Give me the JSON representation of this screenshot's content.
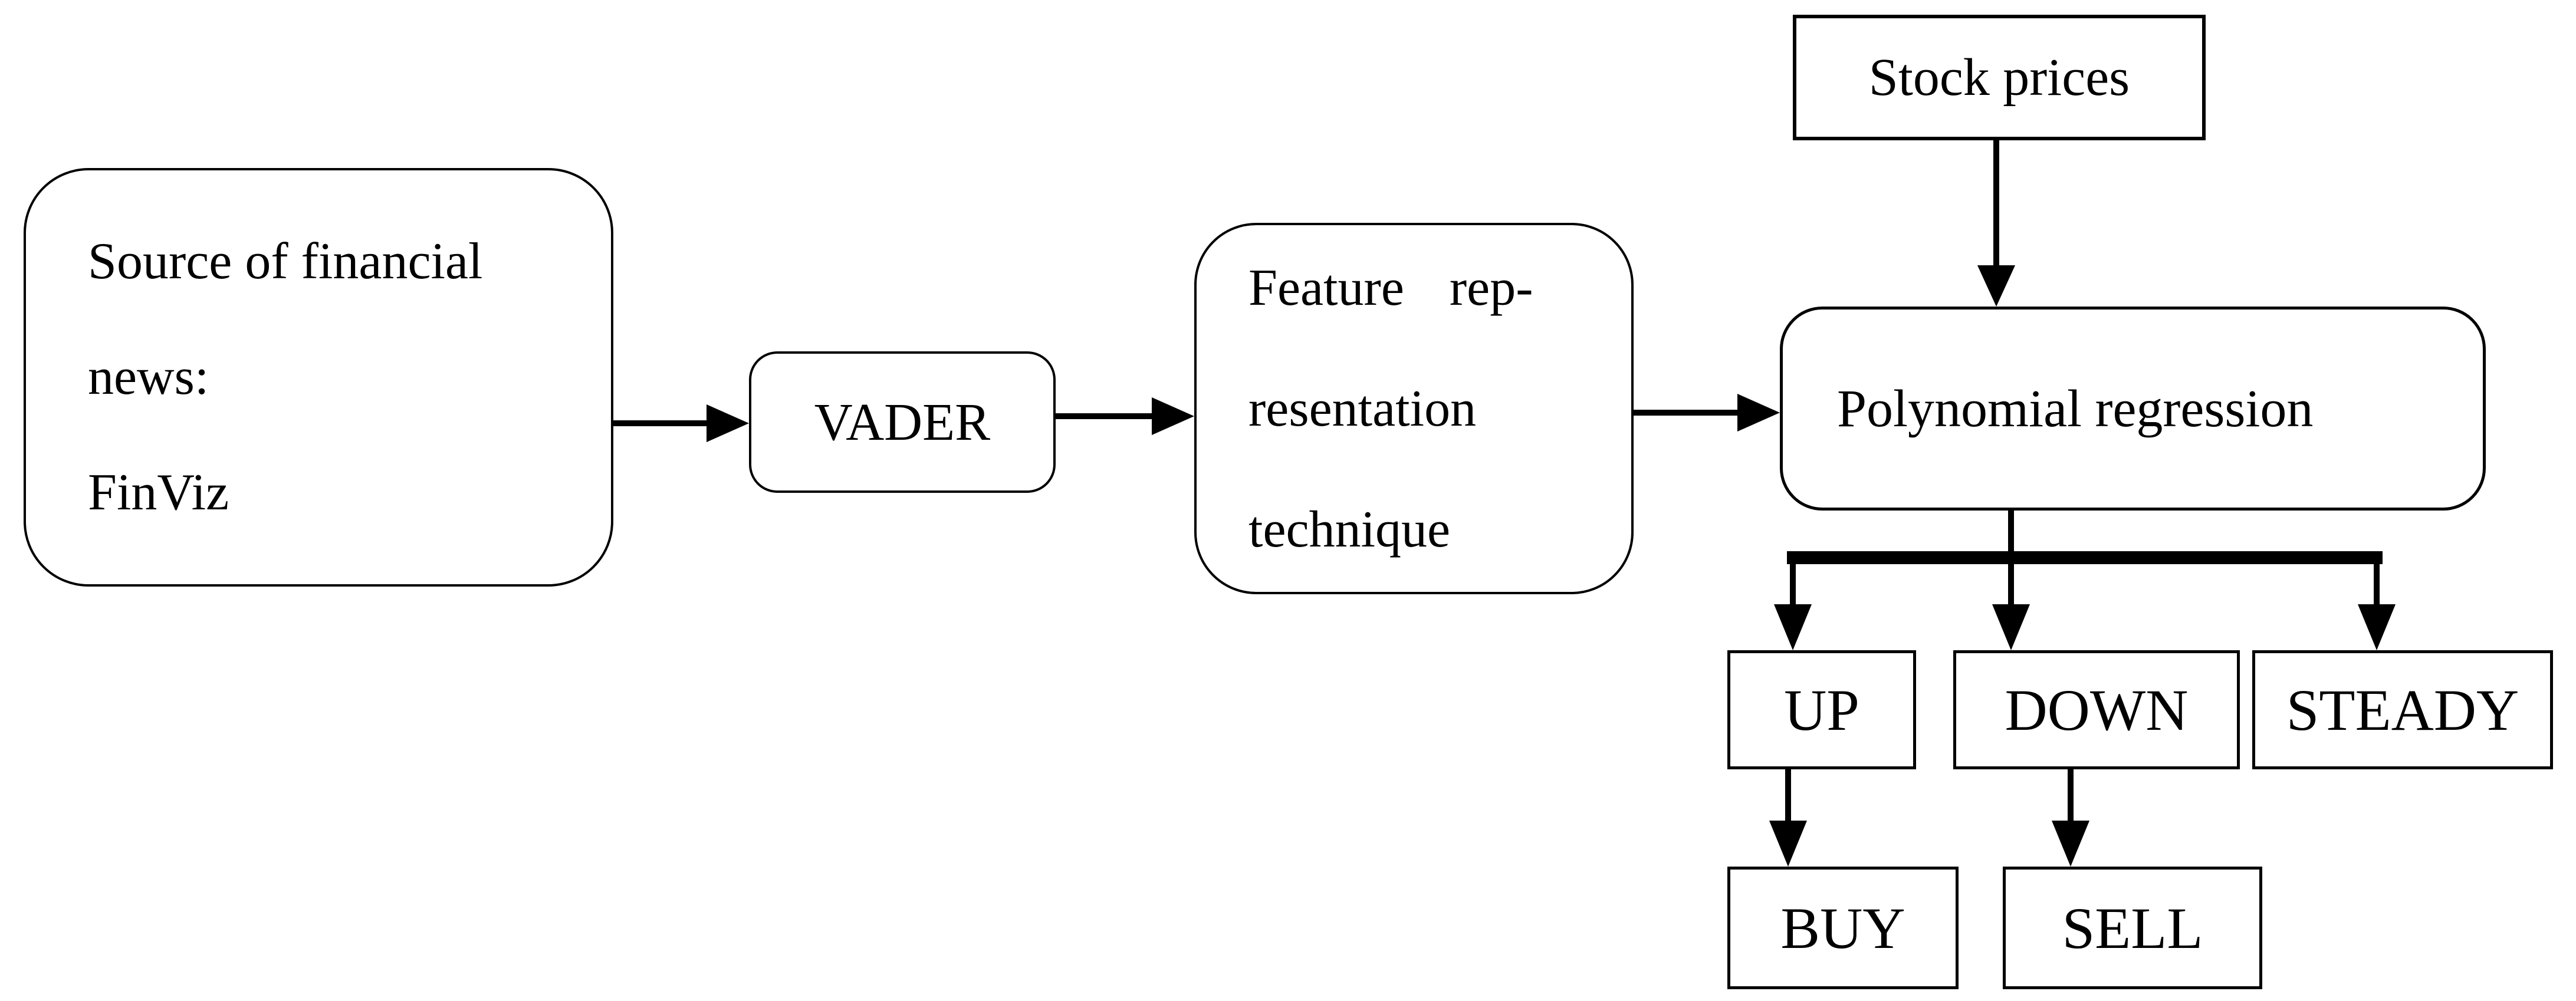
{
  "figure": {
    "background": "#ffffff",
    "ink": "#000000",
    "nodes": {
      "source": {
        "shape": "rounded",
        "lines": [
          "Source of financial",
          "news:",
          "FinViz"
        ]
      },
      "vader": {
        "shape": "rounded",
        "label": "VADER"
      },
      "feature": {
        "shape": "rounded",
        "lines": [
          "Feature rep-",
          "resentation",
          "technique"
        ]
      },
      "stock": {
        "shape": "rect",
        "label": "Stock prices"
      },
      "poly": {
        "shape": "rounded",
        "label": "Polynomial regression"
      },
      "up": {
        "shape": "rect",
        "label": "UP"
      },
      "down": {
        "shape": "rect",
        "label": "DOWN"
      },
      "steady": {
        "shape": "rect",
        "label": "STEADY"
      },
      "buy": {
        "shape": "rect",
        "label": "BUY"
      },
      "sell": {
        "shape": "rect",
        "label": "SELL"
      }
    },
    "edges": [
      {
        "from": "source",
        "to": "vader"
      },
      {
        "from": "vader",
        "to": "feature"
      },
      {
        "from": "feature",
        "to": "poly"
      },
      {
        "from": "stock",
        "to": "poly"
      },
      {
        "from": "poly",
        "to": "up"
      },
      {
        "from": "poly",
        "to": "down"
      },
      {
        "from": "poly",
        "to": "steady"
      },
      {
        "from": "up",
        "to": "buy"
      },
      {
        "from": "down",
        "to": "sell"
      }
    ]
  }
}
